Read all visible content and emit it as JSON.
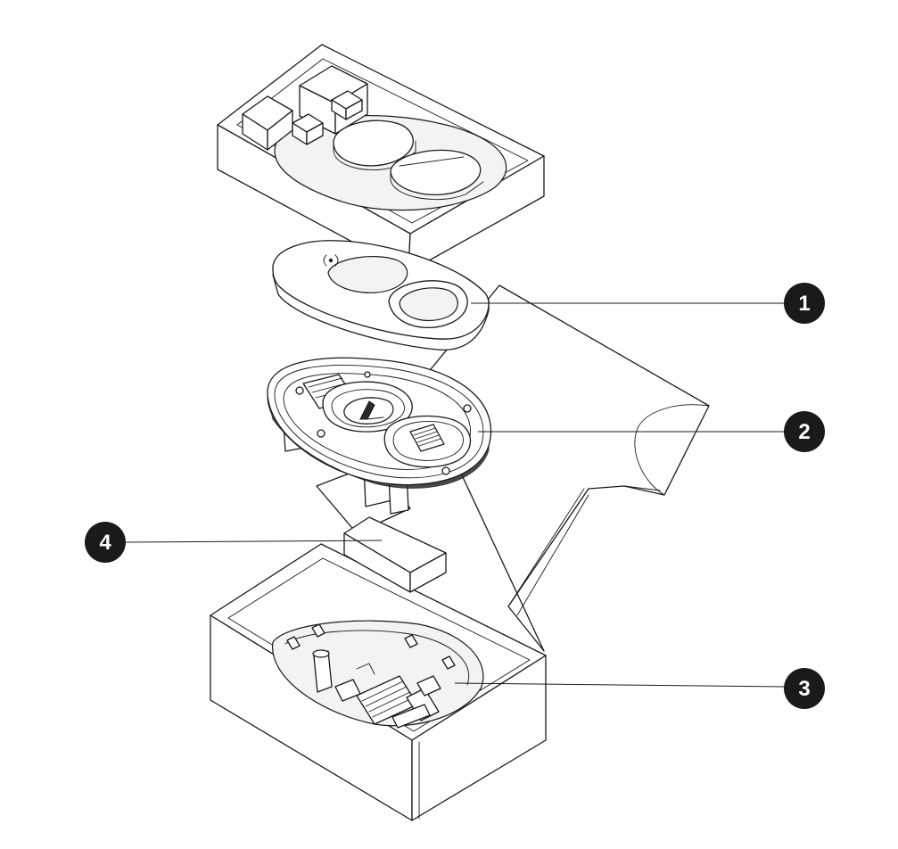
{
  "diagram": {
    "callouts": [
      {
        "id": "callout-1",
        "number": "1"
      },
      {
        "id": "callout-2",
        "number": "2"
      },
      {
        "id": "callout-3",
        "number": "3"
      },
      {
        "id": "callout-4",
        "number": "4"
      }
    ]
  }
}
